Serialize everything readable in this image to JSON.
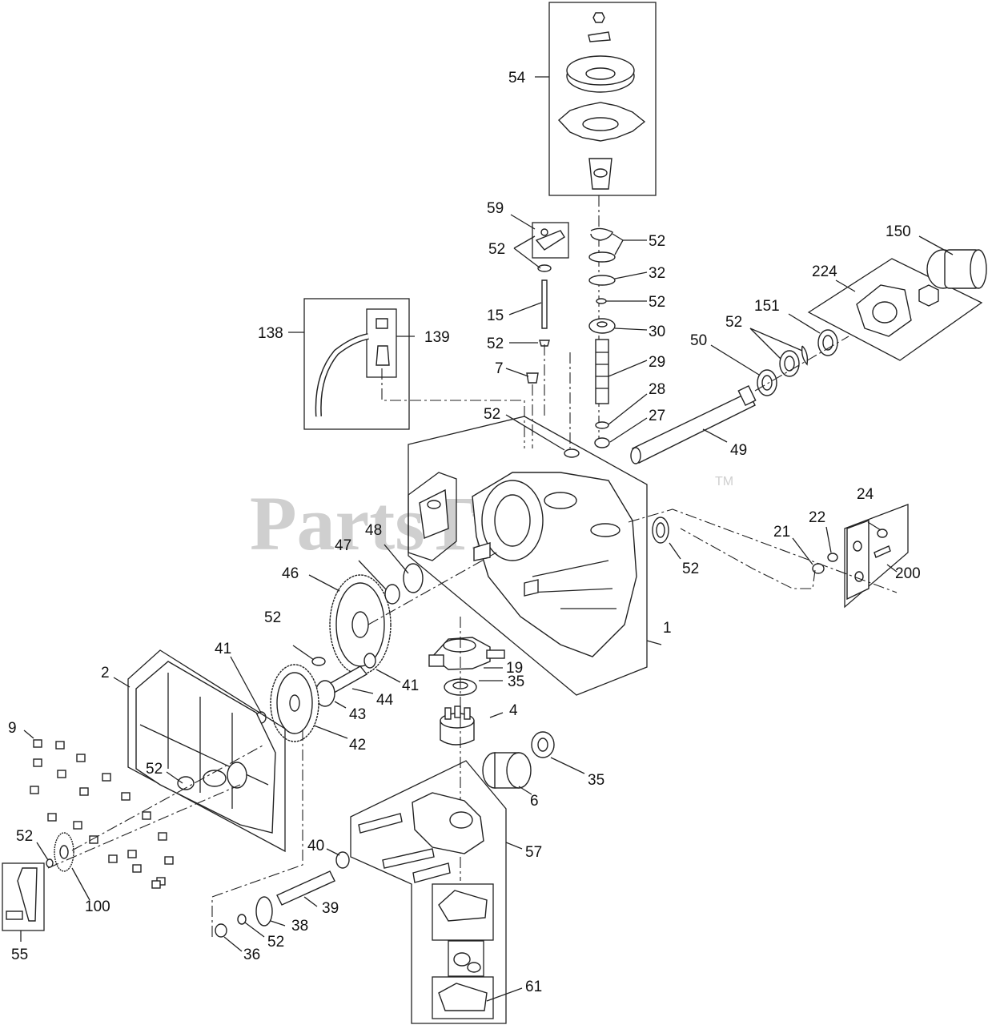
{
  "watermark": {
    "text": "PartsTree",
    "tm": "TM"
  },
  "callouts": [
    {
      "id": "c54",
      "text": "54"
    },
    {
      "id": "c59",
      "text": "59"
    },
    {
      "id": "c52a",
      "text": "52"
    },
    {
      "id": "c52b",
      "text": "52"
    },
    {
      "id": "c32",
      "text": "32"
    },
    {
      "id": "c52c",
      "text": "52"
    },
    {
      "id": "c30",
      "text": "30"
    },
    {
      "id": "c15",
      "text": "15"
    },
    {
      "id": "c52d",
      "text": "52"
    },
    {
      "id": "c29",
      "text": "29"
    },
    {
      "id": "c7",
      "text": "7"
    },
    {
      "id": "c28",
      "text": "28"
    },
    {
      "id": "c27",
      "text": "27"
    },
    {
      "id": "c52e",
      "text": "52"
    },
    {
      "id": "c150",
      "text": "150"
    },
    {
      "id": "c224",
      "text": "224"
    },
    {
      "id": "c151",
      "text": "151"
    },
    {
      "id": "c52f",
      "text": "52"
    },
    {
      "id": "c50",
      "text": "50"
    },
    {
      "id": "c49",
      "text": "49"
    },
    {
      "id": "c138",
      "text": "138"
    },
    {
      "id": "c139",
      "text": "139"
    },
    {
      "id": "c24",
      "text": "24"
    },
    {
      "id": "c22",
      "text": "22"
    },
    {
      "id": "c21",
      "text": "21"
    },
    {
      "id": "c200",
      "text": "200"
    },
    {
      "id": "c52g",
      "text": "52"
    },
    {
      "id": "c48",
      "text": "48"
    },
    {
      "id": "c47",
      "text": "47"
    },
    {
      "id": "c46",
      "text": "46"
    },
    {
      "id": "c52h",
      "text": "52"
    },
    {
      "id": "c1",
      "text": "1"
    },
    {
      "id": "c19",
      "text": "19"
    },
    {
      "id": "c41a",
      "text": "41"
    },
    {
      "id": "c41b",
      "text": "41"
    },
    {
      "id": "c2",
      "text": "2"
    },
    {
      "id": "c35a",
      "text": "35"
    },
    {
      "id": "c44",
      "text": "44"
    },
    {
      "id": "c43",
      "text": "43"
    },
    {
      "id": "c4",
      "text": "4"
    },
    {
      "id": "c42",
      "text": "42"
    },
    {
      "id": "c9",
      "text": "9"
    },
    {
      "id": "c52i",
      "text": "52"
    },
    {
      "id": "c35b",
      "text": "35"
    },
    {
      "id": "c6",
      "text": "6"
    },
    {
      "id": "c52j",
      "text": "52"
    },
    {
      "id": "c40",
      "text": "40"
    },
    {
      "id": "c57",
      "text": "57"
    },
    {
      "id": "c100",
      "text": "100"
    },
    {
      "id": "c39",
      "text": "39"
    },
    {
      "id": "c38",
      "text": "38"
    },
    {
      "id": "c52k",
      "text": "52"
    },
    {
      "id": "c36",
      "text": "36"
    },
    {
      "id": "c55",
      "text": "55"
    },
    {
      "id": "c61",
      "text": "61"
    }
  ]
}
